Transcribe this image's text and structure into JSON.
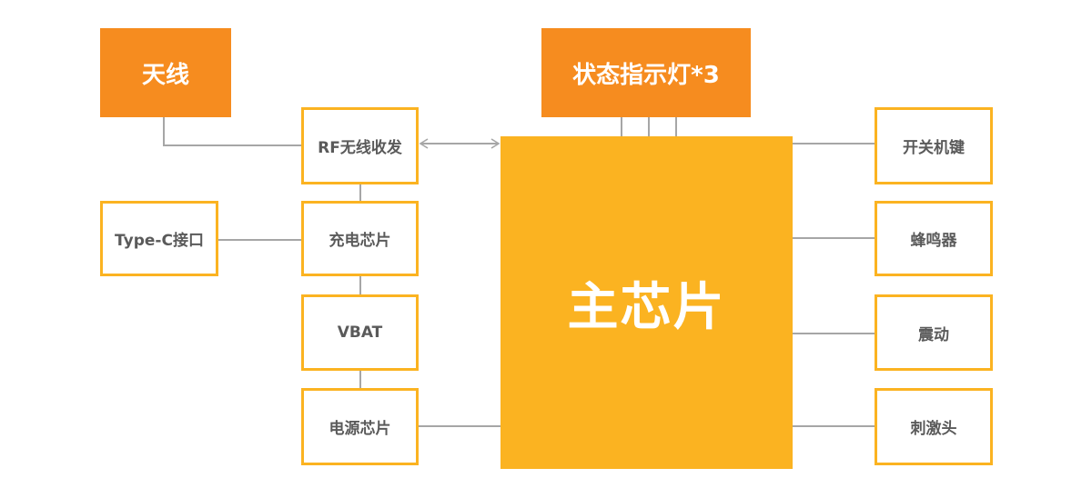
{
  "diagram": {
    "nodes": {
      "antenna": "天线",
      "status_leds": "状态指示灯*3",
      "rf_transceiver": "RF无线收发",
      "charging_chip": "充电芯片",
      "vbat": "VBAT",
      "power_chip": "电源芯片",
      "type_c_port": "Type-C接口",
      "main_chip": "主芯片",
      "power_key": "开关机键",
      "buzzer": "蜂鸣器",
      "vibration": "震动",
      "stimulator": "刺激头"
    },
    "colors": {
      "header_fill": "#f68c1f",
      "main_fill": "#fbb321",
      "box_border": "#fbb321",
      "connector": "#a6a6a6",
      "text_dark": "#5a5a5a",
      "text_light": "#ffffff"
    }
  }
}
